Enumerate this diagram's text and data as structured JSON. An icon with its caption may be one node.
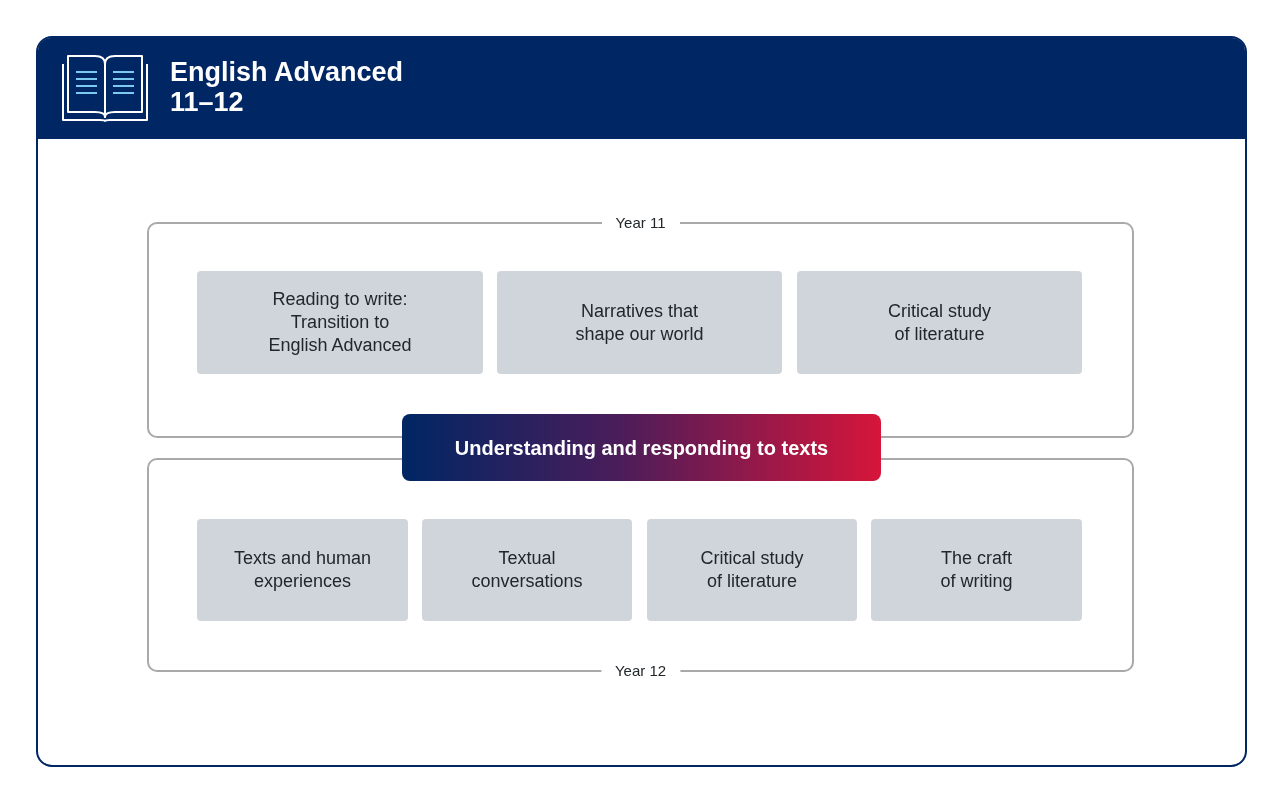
{
  "diagram": {
    "nodes": [
      {
        "text": [
          "English Advanced 11–12"
        ]
      },
      {
        "text": [
          "Year 11"
        ],
        "in": 0
      },
      {
        "text": [
          "Reading to write: Transition to English Advanced"
        ],
        "in": 1
      },
      {
        "text": [
          "Narratives that shape our world"
        ],
        "in": 1
      },
      {
        "text": [
          "Critical study of literature"
        ],
        "in": 1
      },
      {
        "text": [
          "Understanding and responding to texts"
        ],
        "in": 0
      },
      {
        "text": [
          "Year 12"
        ],
        "in": 0
      },
      {
        "text": [
          "Texts and human experiences"
        ],
        "in": 6
      },
      {
        "text": [
          "Textual conversations"
        ],
        "in": 6
      },
      {
        "text": [
          "Critical study of literature"
        ],
        "in": 6
      },
      {
        "text": [
          "The craft of writing"
        ],
        "in": 6
      }
    ]
  }
}
